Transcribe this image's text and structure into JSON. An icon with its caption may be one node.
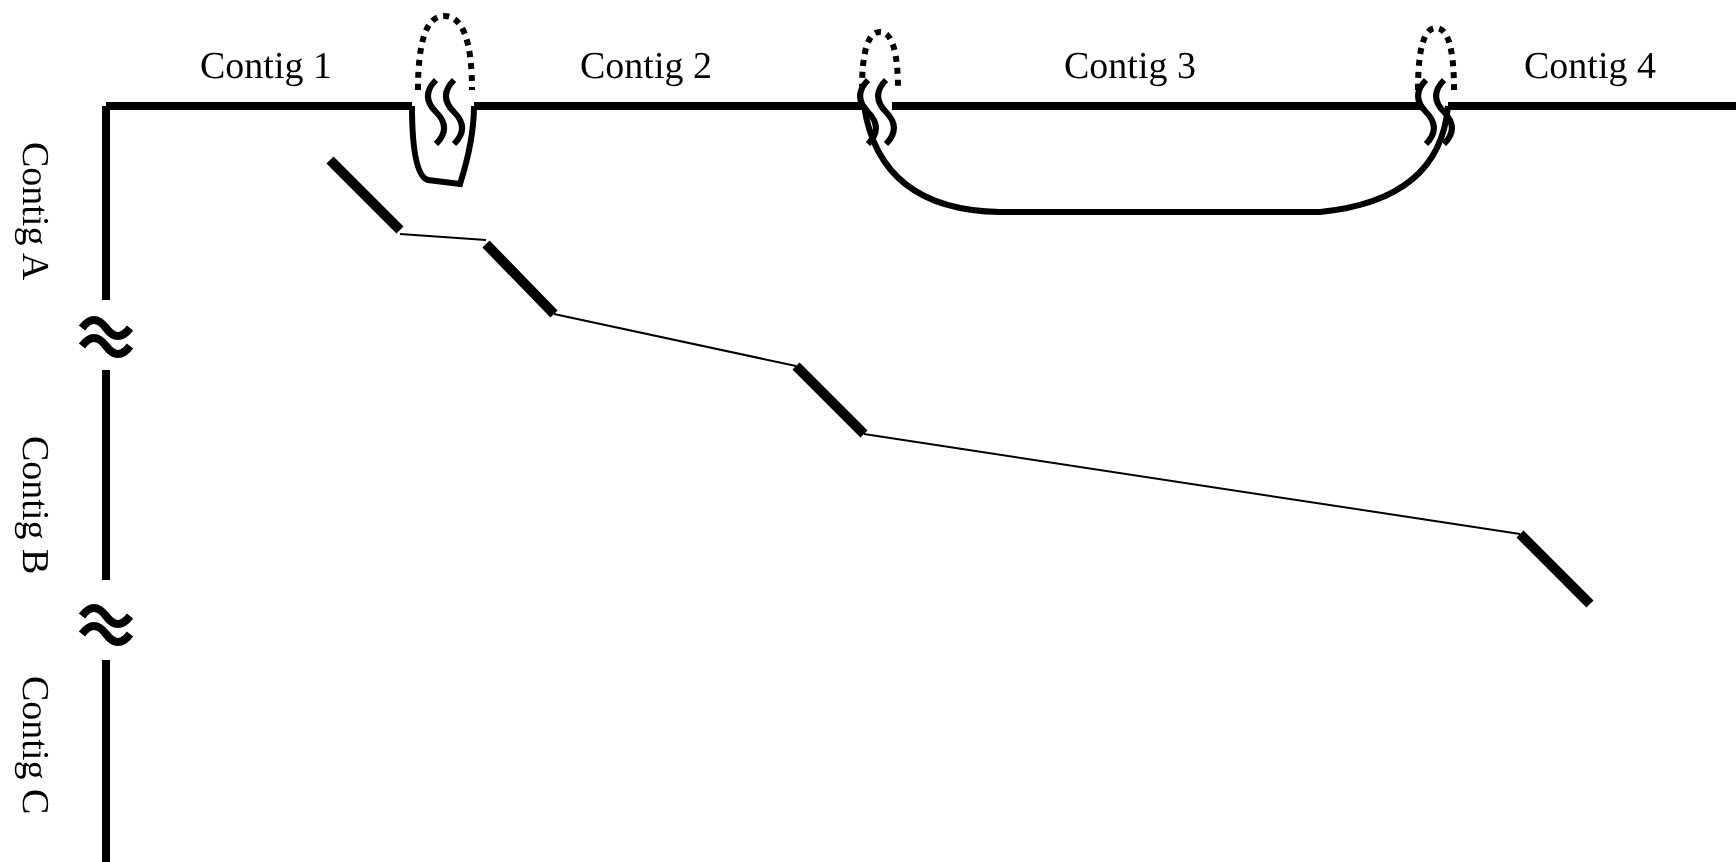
{
  "diagram": {
    "labels": [
      "Contig 1",
      "Contig 2",
      "Contig 3",
      "Contig 4",
      "Contig A",
      "Contig B",
      "Contig C"
    ]
  }
}
